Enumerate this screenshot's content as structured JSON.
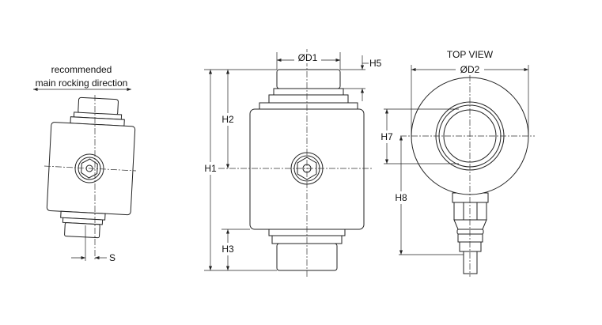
{
  "side_view": {
    "note_line1": "recommended",
    "note_line2": "main rocking direction",
    "dim_s": "S"
  },
  "front_view": {
    "dim_d1": "ØD1",
    "dim_h5": "H5",
    "dim_h1": "H1",
    "dim_h2": "H2",
    "dim_h3": "H3"
  },
  "top_view": {
    "title": "TOP VIEW",
    "dim_d2": "ØD2",
    "dim_h7": "H7",
    "dim_h8": "H8"
  }
}
